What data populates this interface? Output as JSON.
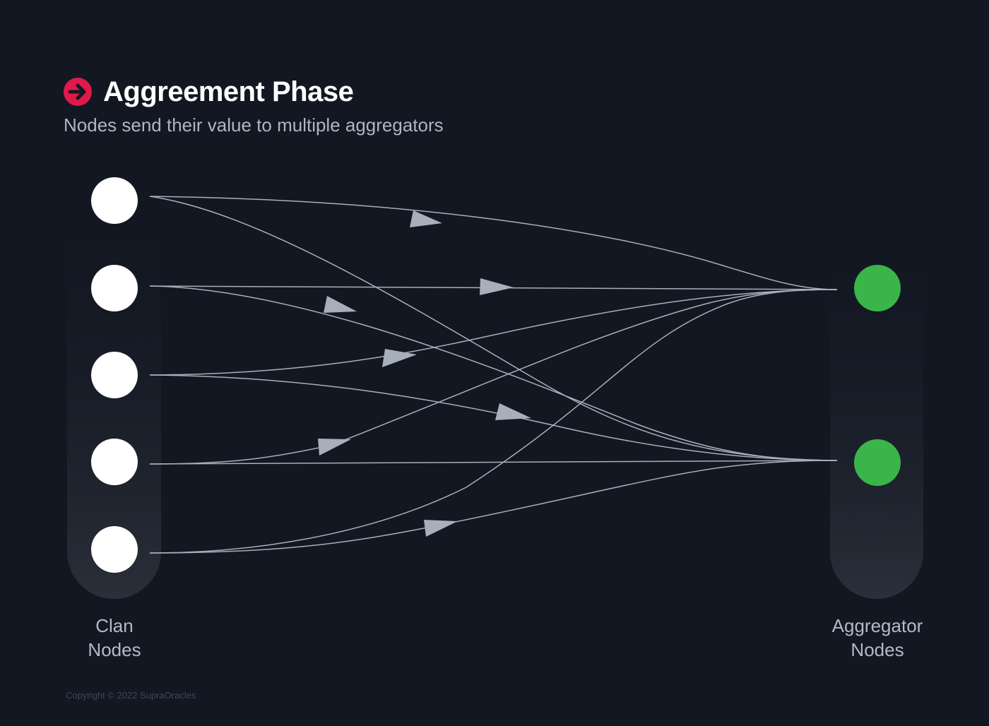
{
  "header": {
    "icon": "arrow-right-circle-icon",
    "title": "Aggreement Phase",
    "subtitle": "Nodes send their value to multiple aggregators"
  },
  "diagram": {
    "clan_label_line1": "Clan",
    "clan_label_line2": "Nodes",
    "aggregator_label_line1": "Aggregator",
    "aggregator_label_line2": "Nodes",
    "clan_node_count": 5,
    "aggregator_node_count": 2,
    "edges": [
      {
        "from": 1,
        "to": 1
      },
      {
        "from": 1,
        "to": 2
      },
      {
        "from": 2,
        "to": 1
      },
      {
        "from": 2,
        "to": 2
      },
      {
        "from": 3,
        "to": 1
      },
      {
        "from": 3,
        "to": 2
      },
      {
        "from": 4,
        "to": 1
      },
      {
        "from": 4,
        "to": 2
      },
      {
        "from": 5,
        "to": 1
      },
      {
        "from": 5,
        "to": 2
      }
    ],
    "colors": {
      "background": "#121722",
      "clan_node": "#ffffff",
      "aggregator_node": "#3ab54a",
      "edge": "#a7b0ba",
      "accent_icon": "#e0194a"
    }
  },
  "footer": {
    "copyright": "Copyright © 2022 SupraOracles"
  }
}
